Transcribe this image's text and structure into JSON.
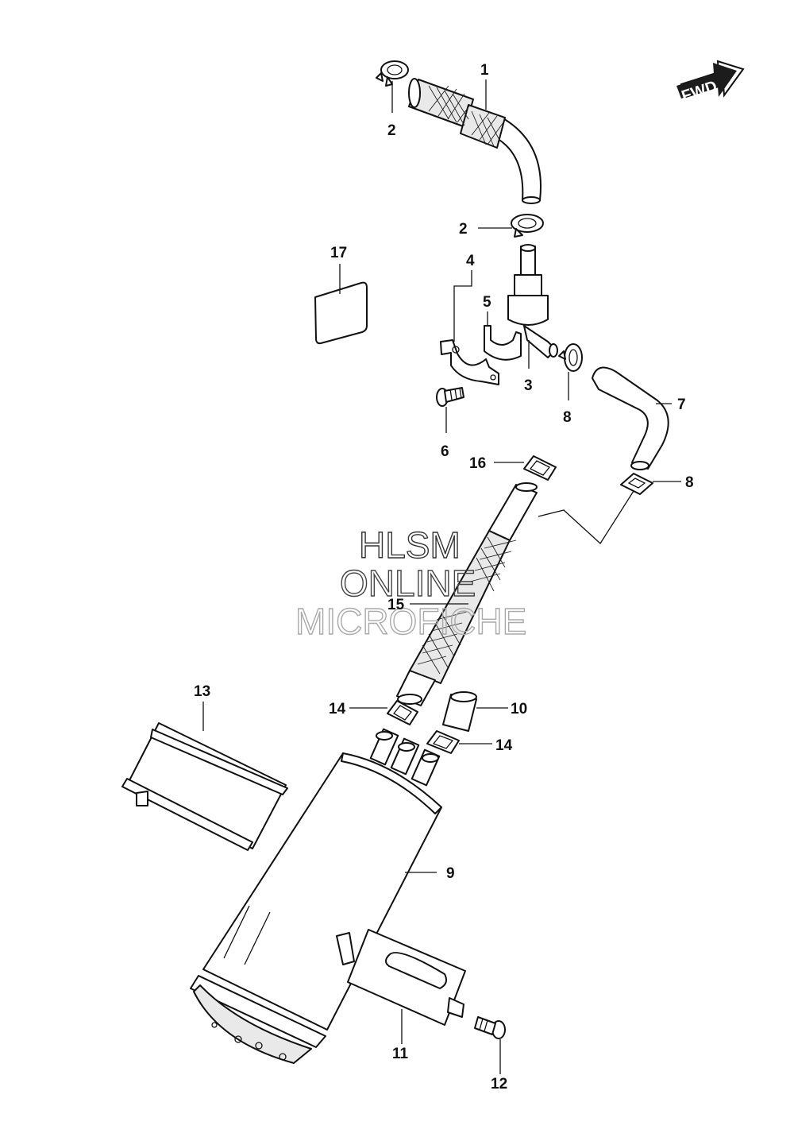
{
  "direction_badge": {
    "label": "FWD"
  },
  "watermark": {
    "line1": "HLSM",
    "line2": "ONLINE",
    "line3": "MICROFICHE"
  },
  "callouts": {
    "c1": "1",
    "c2a": "2",
    "c2b": "2",
    "c3": "3",
    "c4": "4",
    "c5": "5",
    "c6": "6",
    "c7": "7",
    "c8a": "8",
    "c8b": "8",
    "c9": "9",
    "c10": "10",
    "c11": "11",
    "c12": "12",
    "c13": "13",
    "c14a": "14",
    "c14b": "14",
    "c15": "15",
    "c16": "16",
    "c17": "17"
  }
}
